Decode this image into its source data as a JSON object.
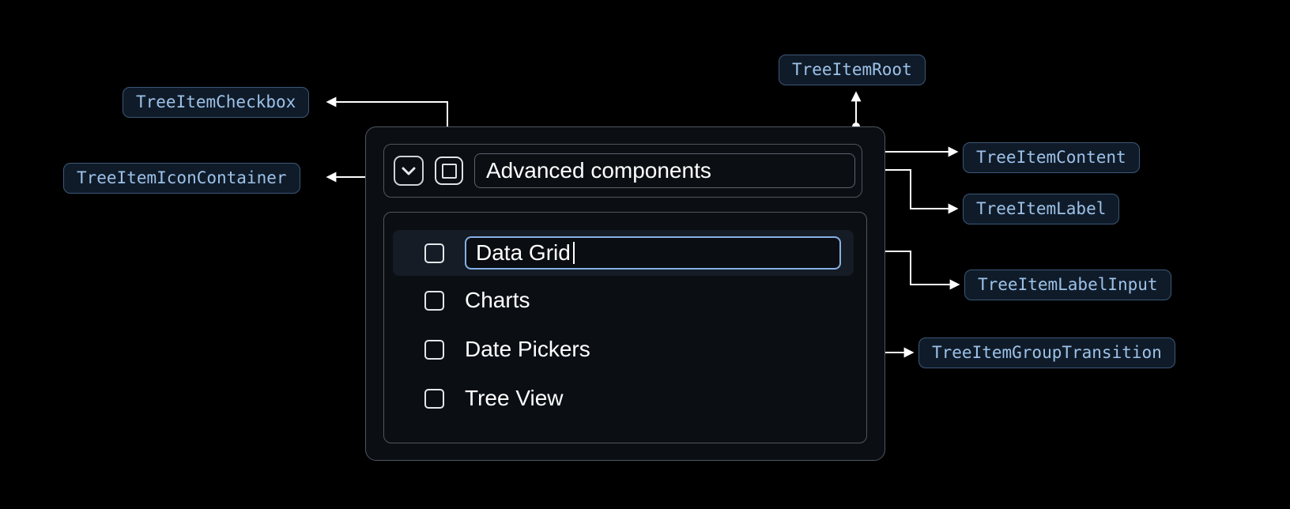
{
  "annotations": {
    "checkbox": "TreeItemCheckbox",
    "icon_container": "TreeItemIconContainer",
    "root": "TreeItemRoot",
    "content": "TreeItemContent",
    "label": "TreeItemLabel",
    "label_input": "TreeItemLabelInput",
    "group_transition": "TreeItemGroupTransition"
  },
  "tree": {
    "root_item": {
      "label": "Advanced components"
    },
    "editing_item": {
      "value": "Data Grid"
    },
    "items": [
      {
        "label": "Charts"
      },
      {
        "label": "Date Pickers"
      },
      {
        "label": "Tree View"
      }
    ]
  },
  "colors": {
    "background": "#000000",
    "panel_bg": "#0b0f14",
    "panel_border": "#4e565f",
    "badge_bg": "#101b29",
    "badge_border": "#3a5877",
    "badge_text": "#9cc2e8",
    "connector": "#ffffff",
    "text": "#ffffff",
    "focus_ring": "#85b1e4",
    "row_selected_bg": "#151c25"
  }
}
